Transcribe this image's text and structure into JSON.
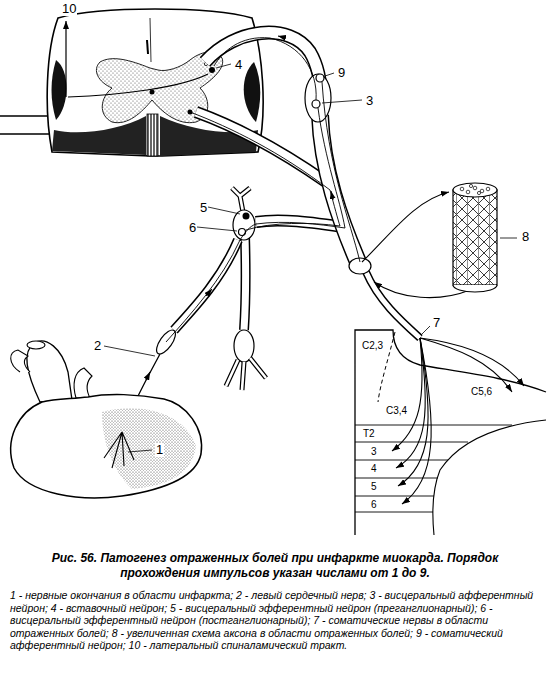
{
  "diagram": {
    "caption": "Рис. 56. Патогенез отраженных болей при инфаркте миокарда. Порядок прохождения импульсов указан числами от 1 до 9.",
    "labels": [
      "10",
      "4",
      "9",
      "3",
      "5",
      "6",
      "8",
      "2",
      "7",
      "C2,3",
      "C3,4",
      "C5,6",
      "T2",
      "3",
      "4",
      "5",
      "6",
      "1",
      "1 - нервные окончания в области инфаркта;",
      "2 - левый сердечный нерв;",
      "3 - висцеральный афферентный нейрон;",
      "4 - вставочный нейрон;",
      "5 - висцеральный эфферентный нейрон (преганглионарный);",
      "6 - висцеральный эфферентный нейрон (постганглионарный);",
      "7 - соматические нервы в области отраженных болей;",
      "8 - увеличенная схема аксона в области отраженных болей;",
      "9 - соматический афферентный нейрон;",
      "10 - латеральный спиналамический тракт."
    ]
  }
}
